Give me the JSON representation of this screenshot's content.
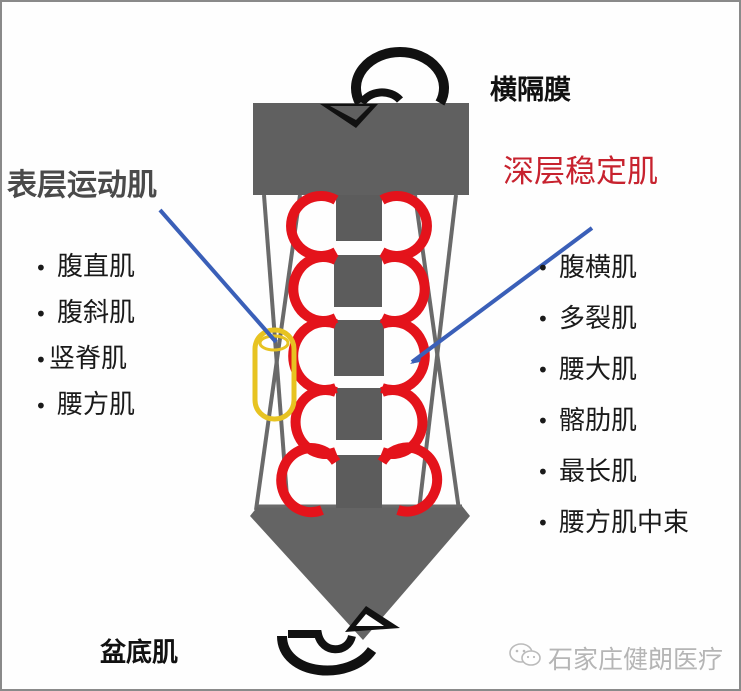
{
  "labels": {
    "diaphragm": "横隔膜",
    "pelvic_floor": "盆底肌",
    "superficial_title": "表层运动肌",
    "deep_title": "深层稳定肌"
  },
  "superficial_muscles": [
    {
      "bullet": "•",
      "name": "腹直肌"
    },
    {
      "bullet": "•",
      "name": "腹斜肌"
    },
    {
      "bullet": "•",
      "name": "竖脊肌"
    },
    {
      "bullet": "•",
      "name": "腰方肌"
    }
  ],
  "deep_muscles": [
    {
      "bullet": "•",
      "name": "腹横肌"
    },
    {
      "bullet": "•",
      "name": "多裂肌"
    },
    {
      "bullet": "•",
      "name": "腰大肌"
    },
    {
      "bullet": "•",
      "name": "髂肋肌"
    },
    {
      "bullet": "•",
      "name": "最长肌"
    },
    {
      "bullet": "•",
      "name": "腰方肌中束"
    }
  ],
  "watermark": {
    "icon": "wechat-icon",
    "text": "石家庄健朗医疗"
  },
  "colors": {
    "block_gray": "#606060",
    "line_gray": "#6a6a6a",
    "deep_red": "#e4131b",
    "deep_title_red": "#c7222e",
    "pointer_blue": "#3a5fb8",
    "highlight_yellow": "#e7c321",
    "arrow_black": "#111111"
  }
}
